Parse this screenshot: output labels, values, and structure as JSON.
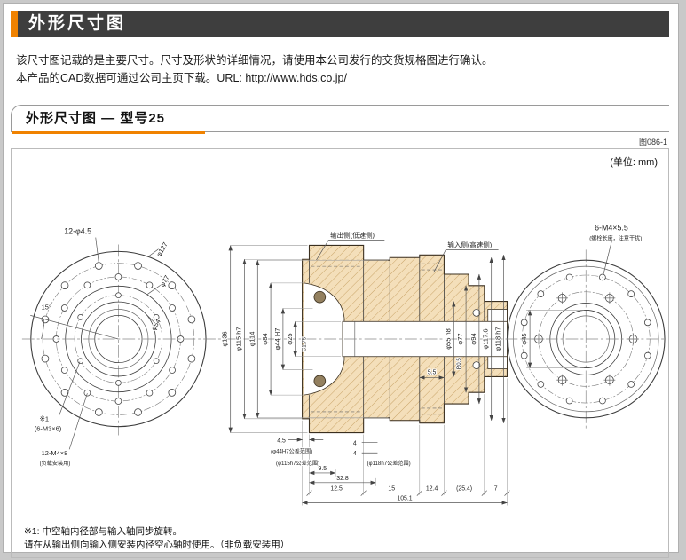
{
  "colors": {
    "accent_orange": "#f08200",
    "title_bar": "#3e3e3e",
    "part_fill": "#f4dfba",
    "drawing_line": "#3c3c3c"
  },
  "page": {
    "title": "外形尺寸图",
    "intro": [
      "该尺寸图记载的是主要尺寸。尺寸及形状的详细情况，请使用本公司发行的交货规格图进行确认。",
      "本产品的CAD数据可通过公司主页下载。URL: http://www.hds.co.jp/"
    ],
    "section_title": "外形尺寸图 — 型号25"
  },
  "drawing": {
    "figure_no": "图086-1",
    "unit": "(单位: mm)",
    "left": {
      "holes": "12-φ4.5",
      "d127": "φ127",
      "d77": "φ77",
      "d54": "φ54",
      "angle": "15°",
      "note_ref": "※1",
      "note_holes": "(6-M3×6)",
      "mount": "12-M4×8",
      "mount_note": "(负载安装用)"
    },
    "section": {
      "output_side": "输出侧(低速侧)",
      "input_side": "输入侧(高速侧)",
      "d136": "φ136",
      "d115": "φ115 h7",
      "d114": "φ114",
      "d84": "φ84",
      "d44": "φ44 H7",
      "d25": "φ25",
      "c175": "C1.75",
      "d55": "φ55 h8",
      "d77": "φ77",
      "d94": "φ94",
      "d1176": "φ117.6",
      "d118": "φ118 h7",
      "r05": "R0.5",
      "dim45": "4.5",
      "tol44": "(φ44H7公差范围)",
      "dim4a": "4",
      "dim4b": "4",
      "tol115": "(φ115h7公差范围)",
      "tol118": "(φ118h7公差范围)",
      "dim95": "9.5",
      "dim328": "32.8",
      "dim125": "12.5",
      "dim15": "15",
      "dim124": "12.4",
      "dim254": "(25.4)",
      "dim7": "7",
      "dim1051": "105.1",
      "dim55b": "5.5"
    },
    "right": {
      "holes": "6-M4×5.5",
      "holes_note": "(螺栓长度，注意干扰)",
      "d45": "φ45"
    },
    "footnote": [
      "※1: 中空轴内径部与输入轴同步旋转。",
      "请在从输出侧向输入侧安装内径空心轴时使用。（非负载安装用）"
    ]
  }
}
